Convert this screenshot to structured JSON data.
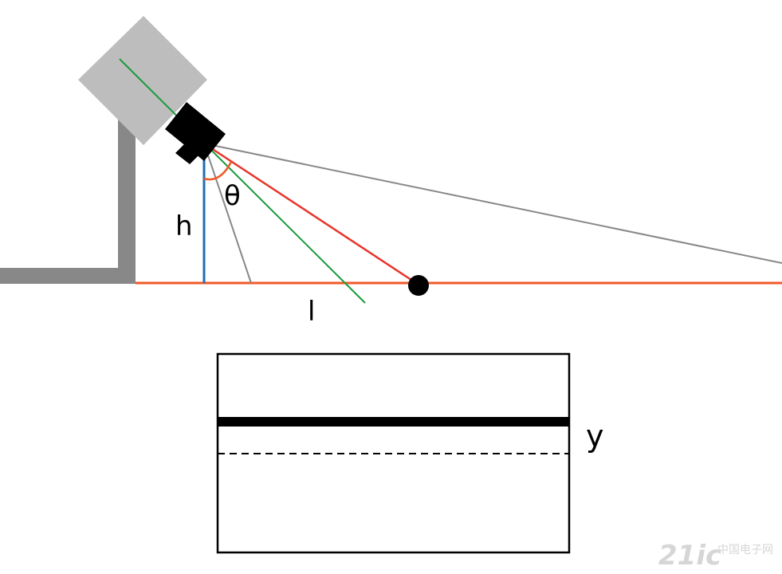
{
  "labels": {
    "theta": "θ",
    "h": "h",
    "l": "l",
    "y": "y"
  },
  "watermark": {
    "text": "21ic",
    "subtext": "中国电子网"
  },
  "colors": {
    "background": "#ffffff",
    "mount": "#888888",
    "sensor_body": "#bdbdbd",
    "lens": "#000000",
    "ground_line": "#f05a28",
    "red_ray": "#e8342a",
    "green_axis": "#1a9a3c",
    "blue_height": "#1f6fb5",
    "gray_ray": "#888888",
    "target_dot": "#000000",
    "frame": "#000000"
  }
}
